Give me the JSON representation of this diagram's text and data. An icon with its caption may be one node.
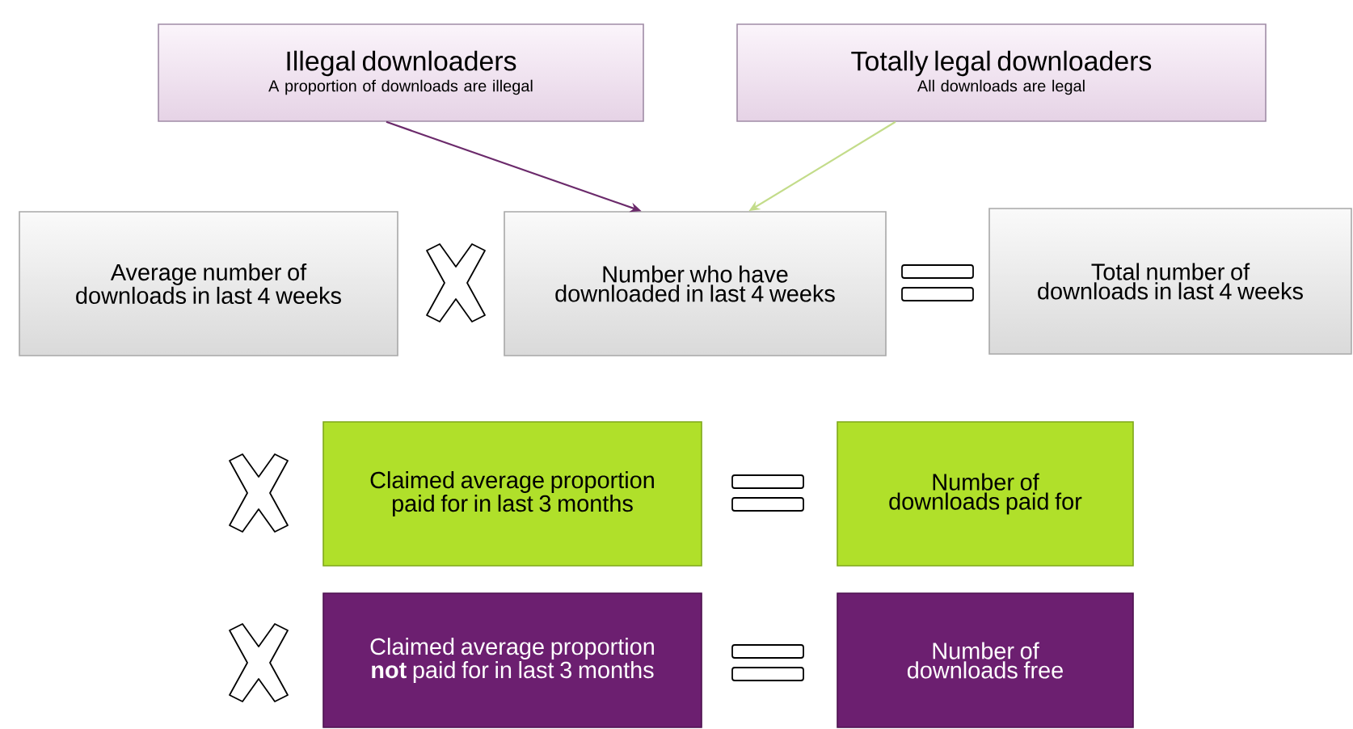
{
  "diagram": {
    "nodes": [
      {
        "text": [
          "Illegal downloaders",
          "A proportion of downloads are illegal"
        ]
      },
      {
        "text": [
          "Totally legal downloaders",
          "All downloads are legal"
        ]
      },
      {
        "text": [
          "Average number of downloads in last 4 weeks"
        ]
      },
      {
        "text": [
          "Number who have downloaded in last 4 weeks"
        ]
      },
      {
        "text": [
          "Total number of downloads in last 4 weeks"
        ]
      },
      {
        "text": [
          "Claimed average proportion paid for in last 3 months"
        ]
      },
      {
        "text": [
          "Number of downloads paid for"
        ]
      },
      {
        "text": [
          "Claimed average proportion **not** paid for in last 3 months"
        ]
      },
      {
        "text": [
          "Number of downloads free"
        ]
      }
    ],
    "edges": [
      {
        "from": 0,
        "to": 3,
        "arrow": "to",
        "color": "#6b2a6b"
      },
      {
        "from": 1,
        "to": 3,
        "arrow": "to",
        "color": "#c3dc8a"
      }
    ]
  }
}
